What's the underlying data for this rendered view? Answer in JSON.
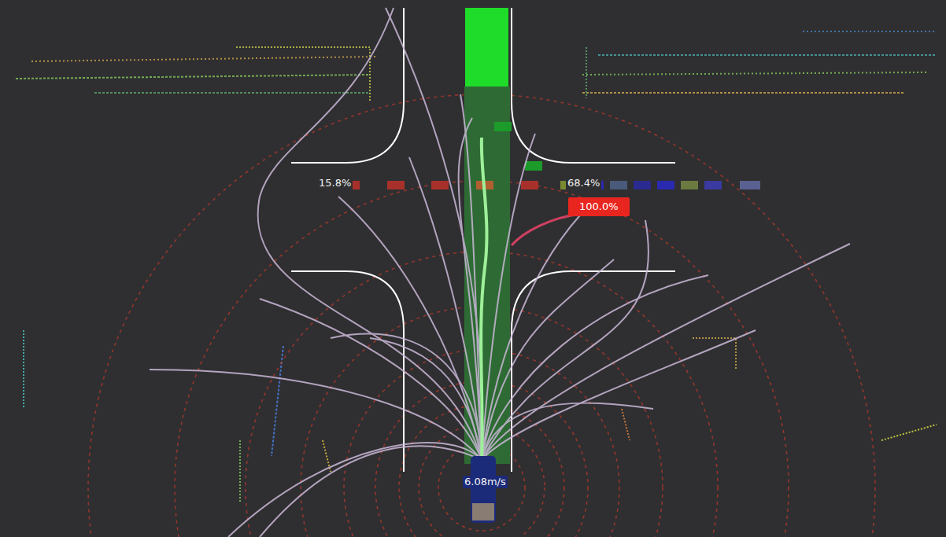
{
  "diagram": {
    "nodes": [
      {
        "text": [
          "100.0%"
        ]
      }
    ],
    "labels": [
      "15.8%",
      "68.4%",
      "6.08m/s"
    ]
  }
}
